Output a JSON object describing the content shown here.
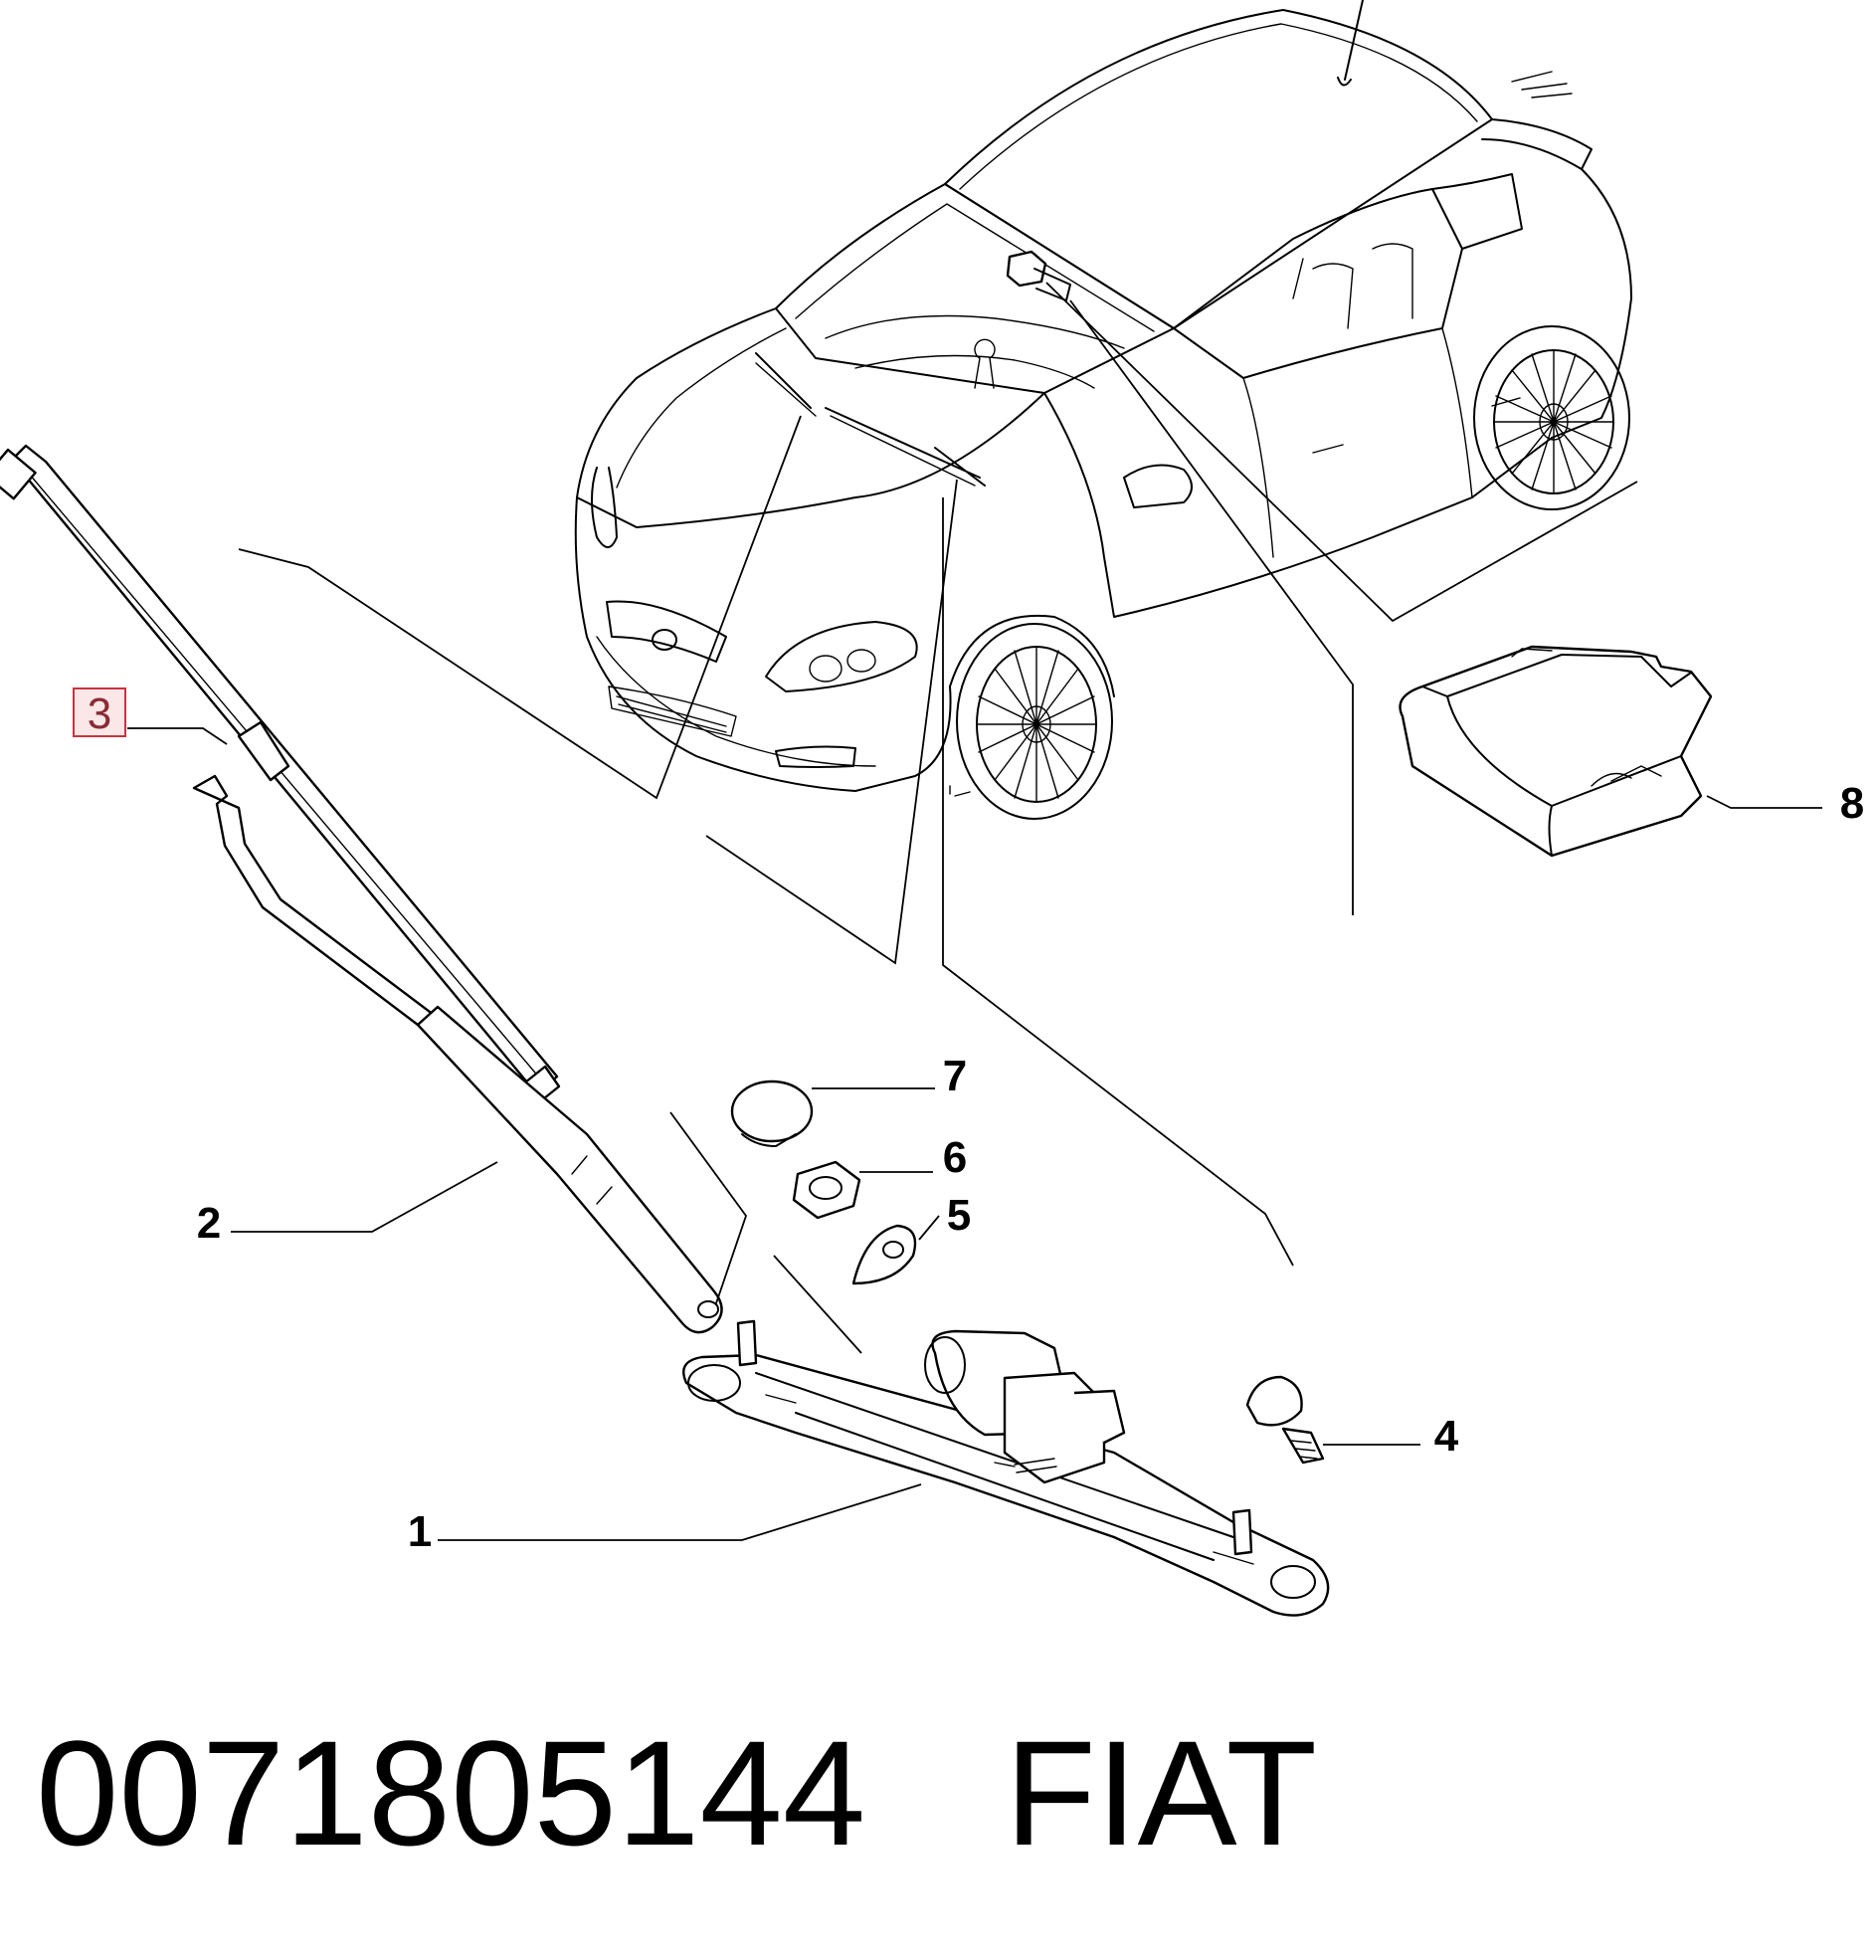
{
  "diagram": {
    "callouts": [
      {
        "id": "1",
        "label": "1"
      },
      {
        "id": "2",
        "label": "2"
      },
      {
        "id": "3",
        "label": "3",
        "highlighted": true
      },
      {
        "id": "4",
        "label": "4"
      },
      {
        "id": "5",
        "label": "5"
      },
      {
        "id": "6",
        "label": "6"
      },
      {
        "id": "7",
        "label": "7"
      },
      {
        "id": "8",
        "label": "8"
      }
    ],
    "highlight_color": "#c8333f",
    "highlight_fill": "#fbe7e8"
  },
  "footer": {
    "part_number": "0071805144",
    "brand": "FIAT"
  }
}
